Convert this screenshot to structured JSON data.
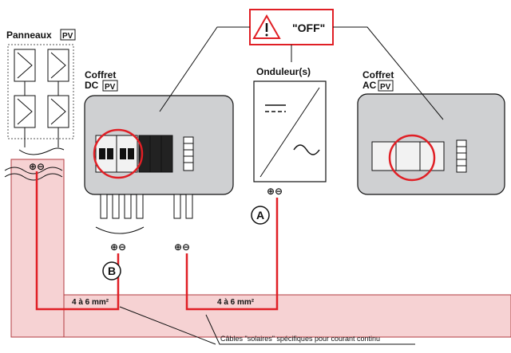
{
  "colors": {
    "cable_red": "#e01f25",
    "trench_pink": "#f6d2d3",
    "box_grey": "#cfd0d2",
    "warning_red": "#e01f25"
  },
  "warning": {
    "text": "\"OFF\"",
    "icon": "warning-triangle-icon"
  },
  "panels": {
    "label": "Panneaux",
    "badge": "PV",
    "polarity": "⊕⊖"
  },
  "coffret_dc": {
    "line1": "Coffret",
    "line2": "DC",
    "badge": "PV",
    "polarity_a": "⊕⊖",
    "polarity_b": "⊕⊖"
  },
  "onduleur": {
    "label": "Onduleur(s)",
    "polarity": "⊕⊖"
  },
  "coffret_ac": {
    "line1": "Coffret",
    "line2": "AC",
    "badge": "PV"
  },
  "markers": {
    "a": "A",
    "b": "B"
  },
  "cable_sections": {
    "left": "4 à 6 mm²",
    "right": "4 à 6 mm²"
  },
  "footnote": "Câbles \"solaires\" spécifiques pour courant continu"
}
